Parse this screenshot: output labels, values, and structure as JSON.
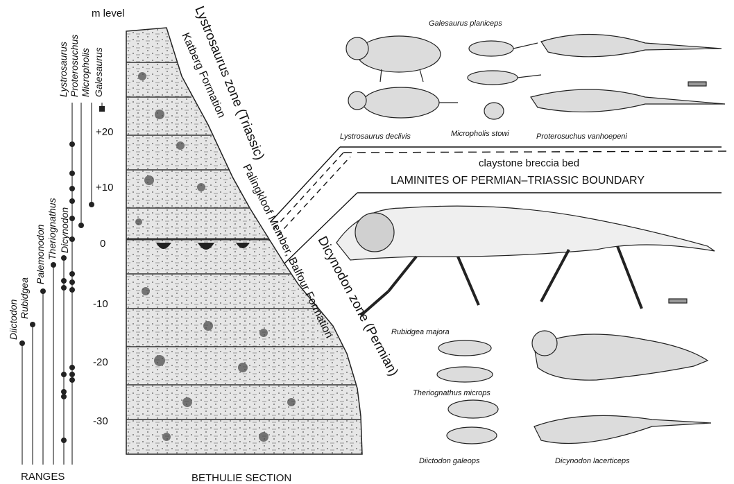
{
  "axis": {
    "title": "m level",
    "ticks": [
      "+20",
      "+10",
      "0",
      "-10",
      "-20",
      "-30"
    ],
    "ranges_label": "RANGES"
  },
  "section": {
    "title": "BETHULIE SECTION"
  },
  "taxa_upper": [
    "Lystrosaurus",
    "Proterosuchus",
    "Micropholis",
    "Galesaurus"
  ],
  "taxa_lower": [
    "Diictodon",
    "Rubidgea",
    "Palemonodon",
    "Theriognathus",
    "Dicynodon"
  ],
  "zones": {
    "lystrosaurus_zone": "Lystrosaurus zone (Triassic)",
    "katberg": "Katberg Formation",
    "palingkloof": "Palingkloof Member, Balfour Formation",
    "dicynodon_zone": "Dicynodon zone (Permian)"
  },
  "boundary": {
    "breccia": "claystone breccia bed",
    "laminites": "LAMINITES OF PERMIAN–TRIASSIC BOUNDARY"
  },
  "species_captions": {
    "galesaurus": "Galesaurus planiceps",
    "lystrosaurus": "Lystrosaurus declivis",
    "micropholis": "Micropholis stowi",
    "proterosuchus": "Proterosuchus vanhoepeni",
    "rubidgea": "Rubidgea majora",
    "theriognathus": "Theriognathus microps",
    "diictodon": "Diictodon galeops",
    "dicynodon": "Dicynodon lacerticeps"
  },
  "colors": {
    "ink": "#111111",
    "rock": "#d9d9d9",
    "bone": "#f4f4f4"
  }
}
